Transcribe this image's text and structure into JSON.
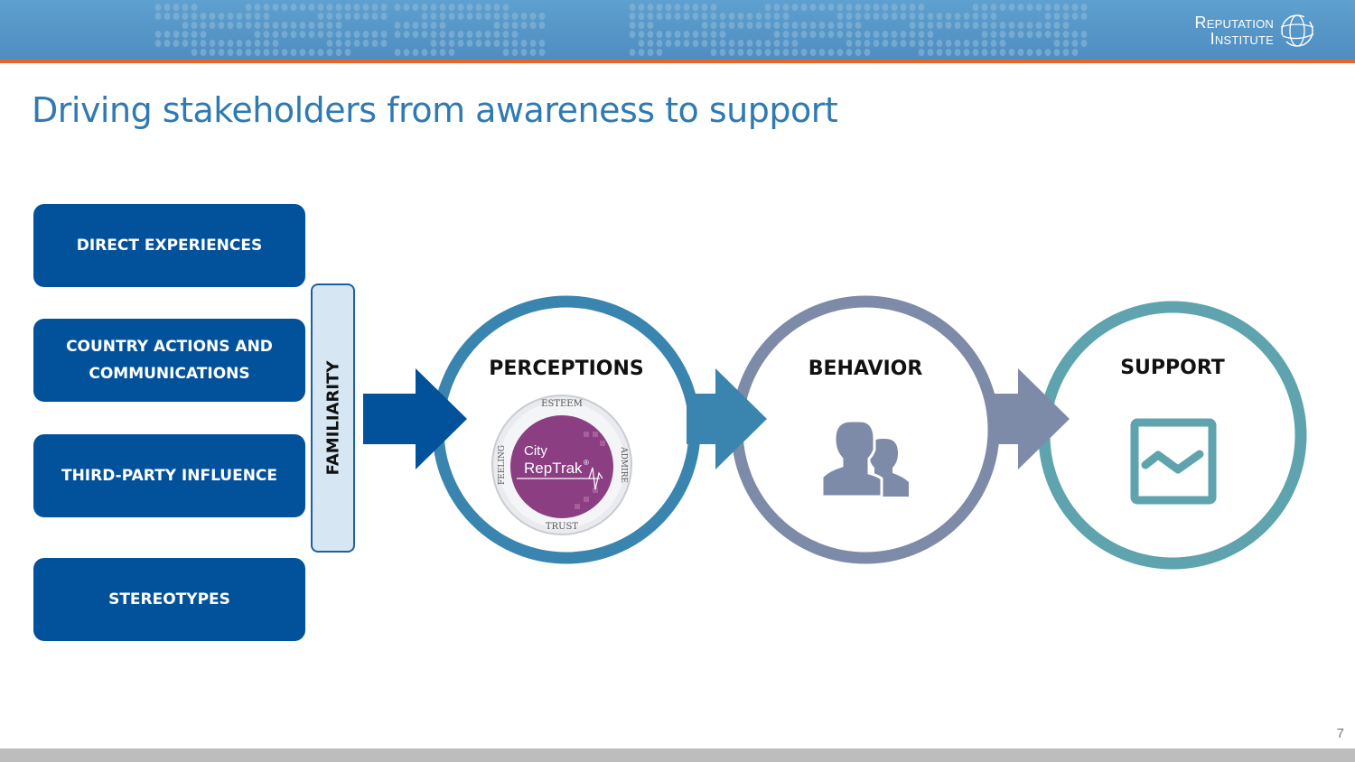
{
  "header": {
    "logo": {
      "line1": "Reputation",
      "line2": "Institute",
      "icon": "globe-icon"
    }
  },
  "title": "Driving stakeholders from awareness to support",
  "factors": [
    {
      "label": "DIRECT EXPERIENCES"
    },
    {
      "label_line1": "COUNTRY ACTIONS AND",
      "label_line2": "COMMUNICATIONS"
    },
    {
      "label": "THIRD-PARTY INFLUENCE"
    },
    {
      "label": "STEREOTYPES"
    }
  ],
  "familiarity": "FAMILIARITY",
  "stages": [
    {
      "label": "PERCEPTIONS",
      "color": "#3a85b0",
      "icon": "city-reptrak-badge"
    },
    {
      "label": "BEHAVIOR",
      "color": "#7d8aa8",
      "icon": "people-icon"
    },
    {
      "label": "SUPPORT",
      "color": "#5ea3ad",
      "icon": "chart-line-icon"
    }
  ],
  "badge": {
    "top": "ESTEEM",
    "left": "FEELING",
    "right": "ADMIRE",
    "bottom": "TRUST",
    "line1": "City",
    "line2": "RepTrak",
    "mark": "®"
  },
  "colors": {
    "header": "#5596c8",
    "stripe": "#e8652a",
    "factor": "#02529b",
    "title": "#2f7ab2"
  },
  "page_number": "7"
}
